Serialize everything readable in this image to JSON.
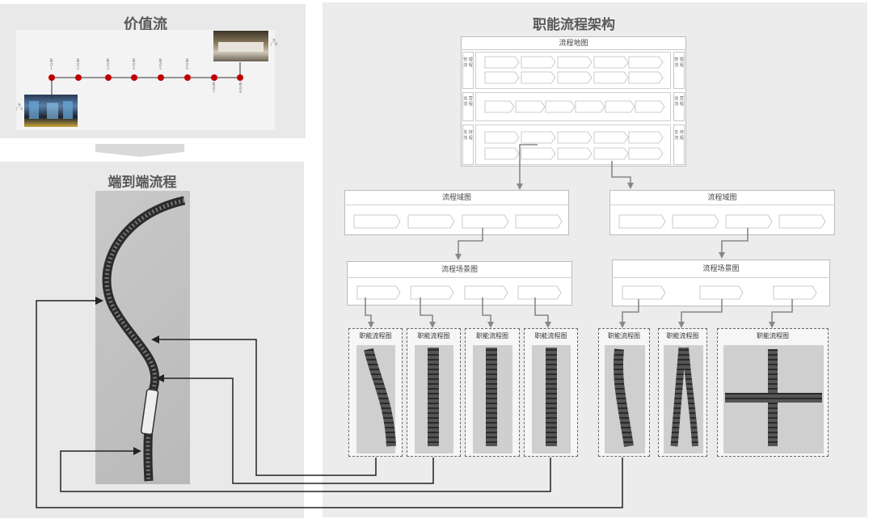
{
  "value_stream": {
    "title": "价值流",
    "node_labels": [
      "届 点 1",
      "届 点 2",
      "届 点 3",
      "届 点 4",
      "届 点 5",
      "届 点 6",
      "届 点 7",
      "届 点 8"
    ],
    "start_label": "车 厂 A",
    "end_label": "车 厂 B"
  },
  "end_to_end": {
    "title": "端到端流程"
  },
  "architecture": {
    "title": "职能流程架构",
    "map_title": "流程地图",
    "rows": [
      {
        "left": "管 理 流 程",
        "right": "管 理 流 程"
      },
      {
        "left": "运 营 流 程",
        "right": "运 营 流 程"
      },
      {
        "left": "支 持 流 程",
        "right": "支 持 流 程"
      }
    ],
    "domain_title": "流程域图",
    "scene_title": "流程场景图",
    "function_title": "职能流程图"
  },
  "colors": {
    "accent_node": "#c00000",
    "panel_bg": "#e9e9e9",
    "connector": "#888888",
    "loop_line": "#222222"
  }
}
